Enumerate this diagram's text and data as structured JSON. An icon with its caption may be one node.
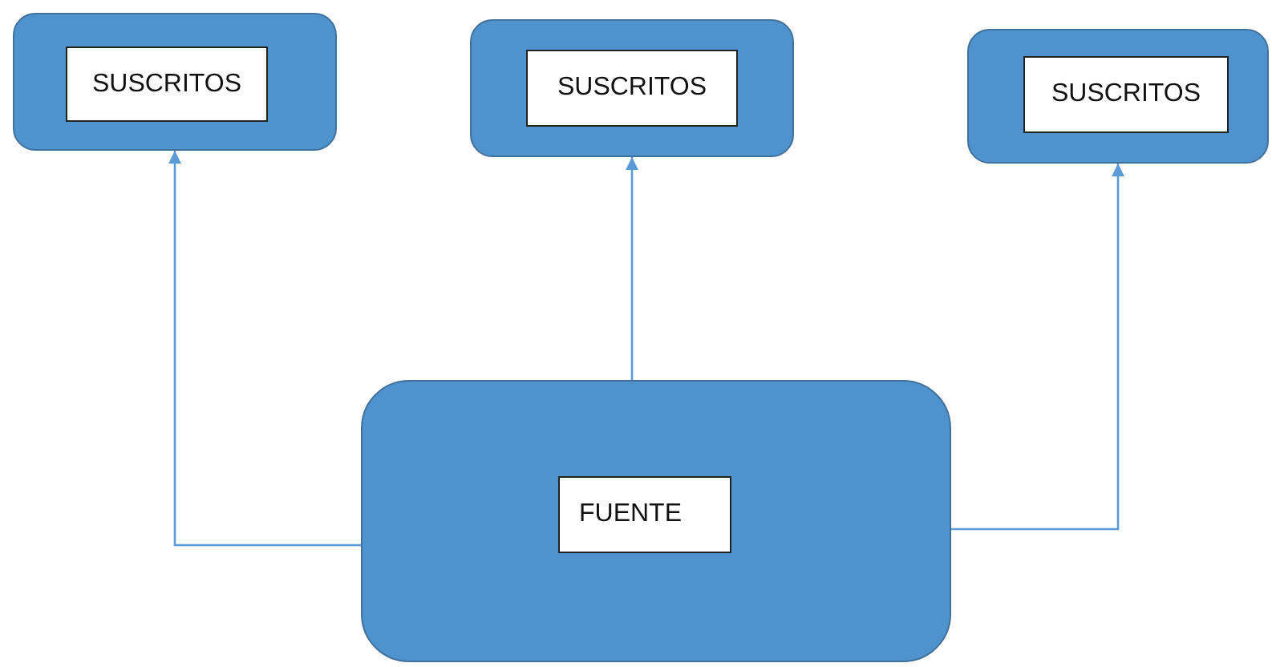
{
  "diagram": {
    "nodes": [
      {
        "text": [
          "SUSCRITOS"
        ]
      },
      {
        "text": [
          "SUSCRITOS"
        ]
      },
      {
        "text": [
          "SUSCRITOS"
        ]
      },
      {
        "text": [
          "FUENTE"
        ]
      }
    ],
    "edges": [
      {
        "from": 3,
        "to": 0,
        "arrow": "to"
      },
      {
        "from": 3,
        "to": 1,
        "arrow": "to"
      },
      {
        "from": 3,
        "to": 2,
        "arrow": "to"
      }
    ]
  }
}
